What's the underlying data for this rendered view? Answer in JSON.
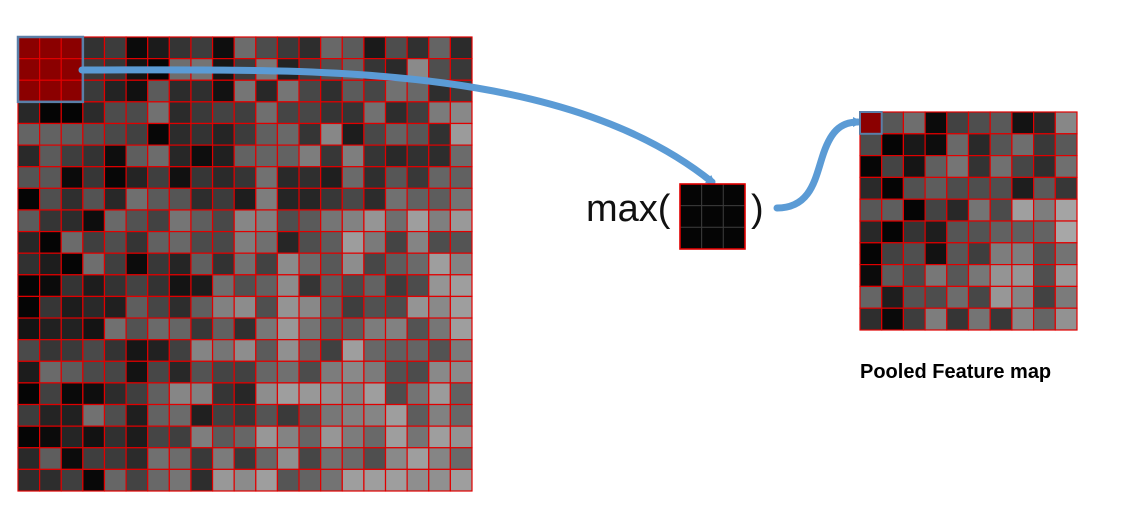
{
  "diagram": {
    "operation_open": "max(",
    "operation_close": ")",
    "pooled_caption": "Pooled Feature map",
    "input_grid_size": 21,
    "pool_window_size": 3,
    "pooled_grid_size": 10,
    "window_highlight_color": "#8B0000",
    "grid_line_color": "#e00000",
    "arrow_color": "#5b9bd5",
    "window_border_color": "#5a7fa8"
  }
}
